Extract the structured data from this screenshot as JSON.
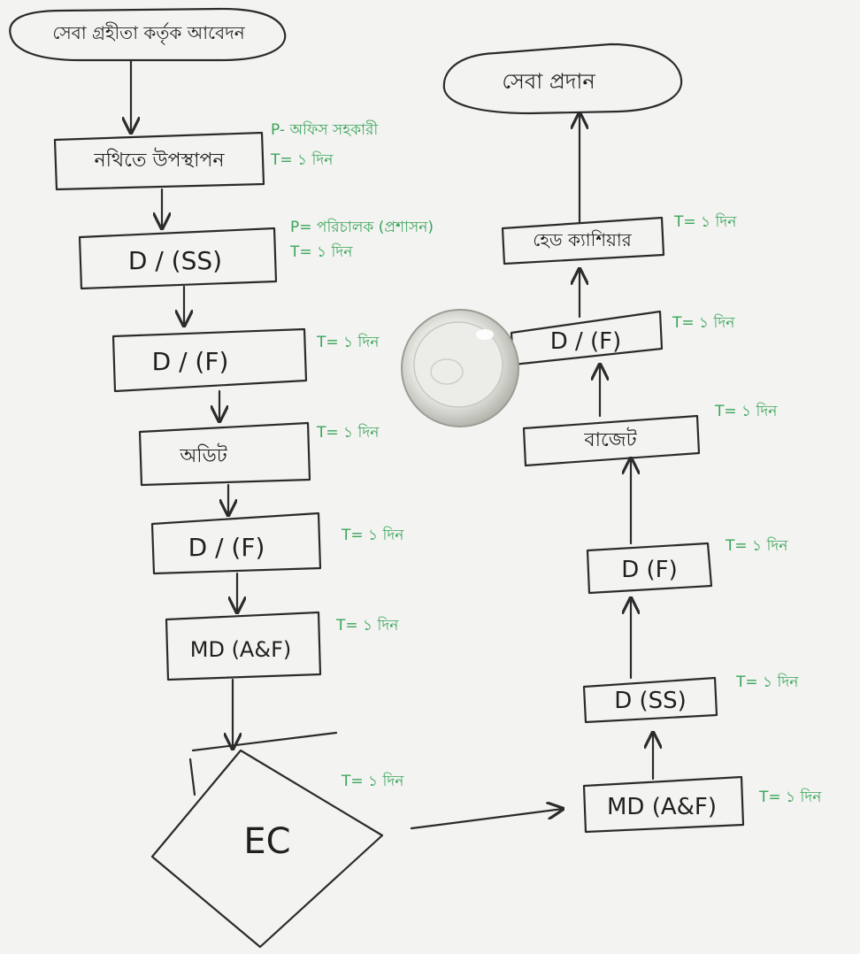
{
  "diagram": {
    "left_column": {
      "start_label": "সেবা গ্রহীতা কর্তৃক আবেদন",
      "steps": [
        "নথিতে উপস্থাপন",
        "D / (SS)",
        "D / (F)",
        "অডিট",
        "D / (F)",
        "MD (A&F)"
      ],
      "decision": "EC"
    },
    "right_column": {
      "steps": [
        "MD (A&F)",
        "D (SS)",
        "D (F)",
        "বাজেট",
        "D / (F)",
        "হেড ক্যাশিয়ার"
      ],
      "end_label": "সেবা প্রদান"
    },
    "notes": {
      "n1_p": "P- অফিস সহকারী",
      "n1_t": "T= ১ দিন",
      "n2_p": "P= পরিচালক (প্রশাসন)",
      "n2_t": "T= ১ দিন",
      "n3": "T= ১ দিন",
      "n4": "T= ১ দিন",
      "n5": "T= ১ দিন",
      "n6": "T= ১ দিন",
      "n7": "T= ১ দিন",
      "r1": "T= ১ দিন",
      "r2": "T= ১ দিন",
      "r3": "T= ১ দিন",
      "r4": "T= ১ দিন",
      "r5": "T= ১ দিন",
      "r6": "T= ১ দিন"
    },
    "colors": {
      "ink": "#2b2b2b",
      "notes": "#3aa55a",
      "board": "#f3f3f1"
    }
  }
}
